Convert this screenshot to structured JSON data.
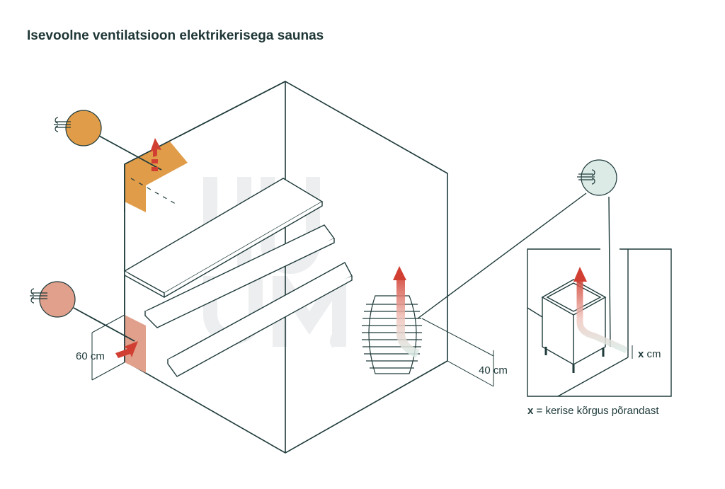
{
  "title": "Isevoolne ventilatsioon elektrikerisega saunas",
  "labels": {
    "lower_vent_height": "60 cm",
    "heater_clearance": "40 cm",
    "x_var": "x",
    "x_unit": "cm",
    "legend_x": "x",
    "legend_text": "= kerise kõrgus põrandast"
  },
  "watermark": "HUUM",
  "colors": {
    "line": "#1f3a3a",
    "exhaust_vent": "#e09c48",
    "intake_vent": "#e0a08c",
    "fresh_air": "#dcebe6",
    "hot_air_arrow": "#d13f32"
  },
  "icons": [
    "wind-icon",
    "arrow-up-icon",
    "arrow-out-icon"
  ]
}
